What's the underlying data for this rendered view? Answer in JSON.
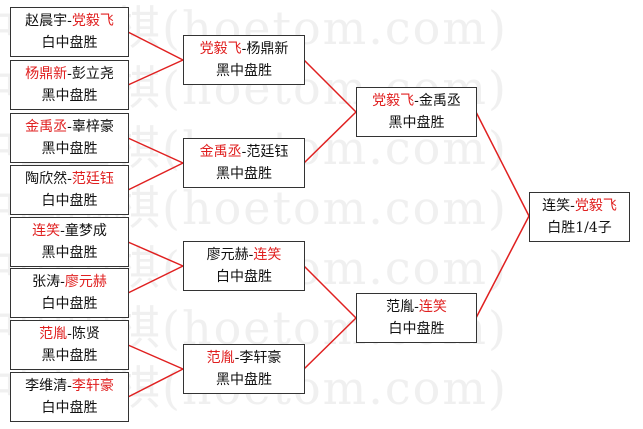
{
  "colors": {
    "winner": "#e02020",
    "text": "#111111",
    "line": "#e02020",
    "border": "#333333",
    "watermark": "#f0f0f0"
  },
  "watermark": {
    "lines": [
      "中国围棋(hoetom.com)",
      "中国围棋(hoetom.com)",
      "中国围棋(hoetom.com)",
      "中国围棋(hoetom.com)",
      "中国围棋(hoetom.com)",
      "中国围棋(hoetom.com)",
      "中国围棋(hoetom.com)"
    ]
  },
  "rounds": {
    "r1": [
      {
        "p1": "赵晨宇",
        "sep": "-",
        "p2": "党毅飞",
        "winner": 2,
        "result": "白中盘胜"
      },
      {
        "p1": "杨鼎新",
        "sep": "-",
        "p2": "彭立尧",
        "winner": 1,
        "result": "黑中盘胜"
      },
      {
        "p1": "金禹丞",
        "sep": "-",
        "p2": "辜梓豪",
        "winner": 1,
        "result": "黑中盘胜"
      },
      {
        "p1": "陶欣然",
        "sep": "-",
        "p2": "范廷钰",
        "winner": 2,
        "result": "白中盘胜"
      },
      {
        "p1": "连笑",
        "sep": "-",
        "p2": "童梦成",
        "winner": 1,
        "result": "黑中盘胜"
      },
      {
        "p1": "张涛",
        "sep": "-",
        "p2": "廖元赫",
        "winner": 2,
        "result": "白中盘胜"
      },
      {
        "p1": "范胤",
        "sep": "-",
        "p2": "陈贤",
        "winner": 1,
        "result": "黑中盘胜"
      },
      {
        "p1": "李维清",
        "sep": "-",
        "p2": "李轩豪",
        "winner": 2,
        "result": "白中盘胜"
      }
    ],
    "r2": [
      {
        "p1": "党毅飞",
        "sep": "-",
        "p2": "杨鼎新",
        "winner": 1,
        "result": "黑中盘胜"
      },
      {
        "p1": "金禹丞",
        "sep": "-",
        "p2": "范廷钰",
        "winner": 1,
        "result": "黑中盘胜"
      },
      {
        "p1": "廖元赫",
        "sep": "-",
        "p2": "连笑",
        "winner": 2,
        "result": "白中盘胜"
      },
      {
        "p1": "范胤",
        "sep": "-",
        "p2": "李轩豪",
        "winner": 1,
        "result": "黑中盘胜"
      }
    ],
    "r3": [
      {
        "p1": "党毅飞",
        "sep": "-",
        "p2": "金禹丞",
        "winner": 1,
        "result": "黑中盘胜"
      },
      {
        "p1": "范胤",
        "sep": "-",
        "p2": "连笑",
        "winner": 2,
        "result": "白中盘胜"
      }
    ],
    "r4": [
      {
        "p1": "连笑",
        "sep": "-",
        "p2": "党毅飞",
        "winner": 2,
        "result": "白胜1/4子"
      }
    ]
  }
}
